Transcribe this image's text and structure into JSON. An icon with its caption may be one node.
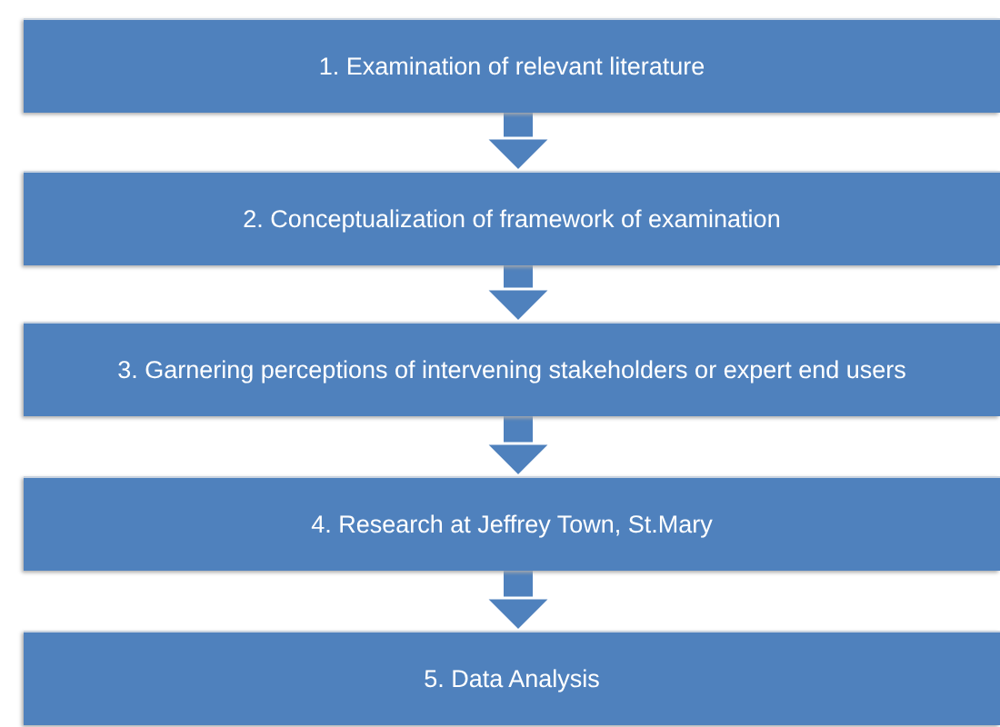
{
  "diagram": {
    "nodes": [
      {
        "text": [
          "1. Examination of relevant literature"
        ]
      },
      {
        "text": [
          "2. Conceptualization of framework of examination"
        ]
      },
      {
        "text": [
          "3. Garnering perceptions of intervening stakeholders or expert end users"
        ]
      },
      {
        "text": [
          "4. Research at Jeffrey Town, St.Mary"
        ]
      },
      {
        "text": [
          "5. Data Analysis"
        ]
      }
    ],
    "edges": [
      {
        "from": 0,
        "to": 1,
        "arrow": "to"
      },
      {
        "from": 1,
        "to": 2,
        "arrow": "to"
      },
      {
        "from": 2,
        "to": 3,
        "arrow": "to"
      },
      {
        "from": 3,
        "to": 4,
        "arrow": "to"
      }
    ]
  }
}
